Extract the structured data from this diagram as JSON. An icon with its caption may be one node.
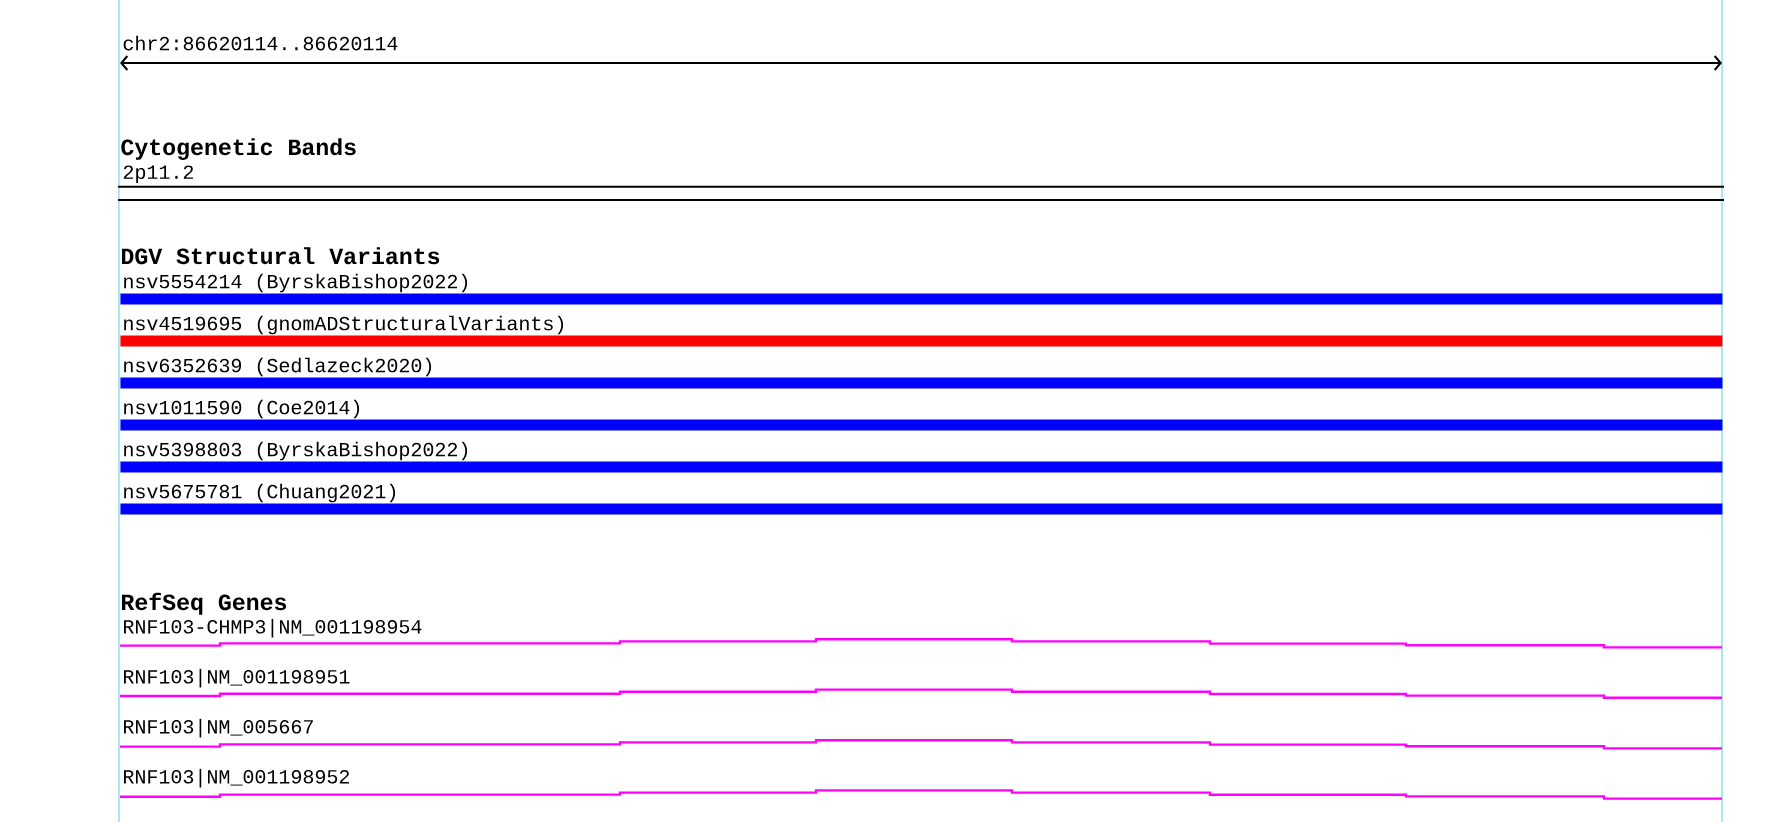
{
  "diagram": {
    "nodes": [
      {
        "text": [],
        "shape": "box",
        "beside": [
          "2p11.2"
        ]
      },
      {
        "text": [],
        "shape": "bar",
        "beside": [
          "nsv5554214 (ByrskaBishop2022)"
        ]
      },
      {
        "text": [],
        "shape": "bar",
        "beside": [
          "nsv4519695 (gnomADStructuralVariants)"
        ]
      },
      {
        "text": [],
        "shape": "bar",
        "beside": [
          "nsv6352639 (Sedlazeck2020)"
        ]
      },
      {
        "text": [],
        "shape": "bar",
        "beside": [
          "nsv1011590 (Coe2014)"
        ]
      },
      {
        "text": [],
        "shape": "bar",
        "beside": [
          "nsv5398803 (ByrskaBishop2022)"
        ]
      },
      {
        "text": [],
        "shape": "bar",
        "beside": [
          "nsv5675781 (Chuang2021)"
        ]
      },
      {
        "text": [],
        "shape": "line",
        "beside": [
          "RNF103-CHMP3|NM_001198954"
        ]
      },
      {
        "text": [],
        "shape": "line",
        "beside": [
          "RNF103|NM_001198951"
        ]
      },
      {
        "text": [],
        "shape": "line",
        "beside": [
          "RNF103|NM_005667"
        ]
      },
      {
        "text": [],
        "shape": "line",
        "beside": [
          "RNF103|NM_001198952"
        ]
      }
    ],
    "labels": [
      "chr2:86620114..86620114",
      "Cytogenetic Bands",
      "DGV Structural Variants",
      "RefSeq Genes"
    ]
  }
}
